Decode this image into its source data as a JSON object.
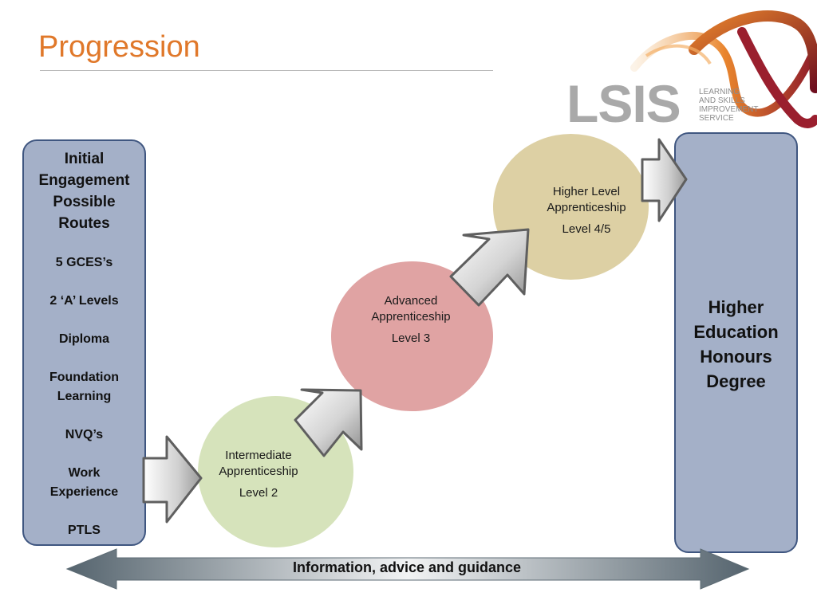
{
  "slide": {
    "title": "Progression"
  },
  "logo": {
    "name": "LSIS",
    "subtitle_lines": [
      "LEARNING",
      "AND SKILLS",
      "IMPROVEMENT",
      "SERVICE"
    ]
  },
  "left_panel": {
    "heading_lines": [
      "Initial",
      "Engagement",
      "Possible",
      "Routes"
    ],
    "routes": [
      [
        "5 GCES’s"
      ],
      [
        "2 ‘A’ Levels"
      ],
      [
        "Diploma"
      ],
      [
        "Foundation",
        "Learning"
      ],
      [
        "NVQ’s"
      ],
      [
        "Work",
        "Experience"
      ],
      [
        "PTLS"
      ]
    ]
  },
  "stages": [
    {
      "lines": [
        "Intermediate",
        "Apprenticeship"
      ],
      "level": "Level 2",
      "color": "#d6e3bb"
    },
    {
      "lines": [
        "Advanced",
        "Apprenticeship"
      ],
      "level": "Level 3",
      "color": "#e0a3a3"
    },
    {
      "lines": [
        "Higher Level",
        "Apprenticeship"
      ],
      "level": "Level 4/5",
      "color": "#ddd0a4"
    }
  ],
  "right_panel": {
    "lines": [
      "Higher",
      "Education",
      "Honours",
      "Degree"
    ]
  },
  "bottom_bar": {
    "label": "Information, advice and guidance"
  },
  "colors": {
    "title": "#e0782a",
    "panel_fill": "#a4b0c8",
    "panel_border": "#3f5680",
    "logo_red": "#8e1b2a",
    "logo_orange": "#e9852d"
  }
}
